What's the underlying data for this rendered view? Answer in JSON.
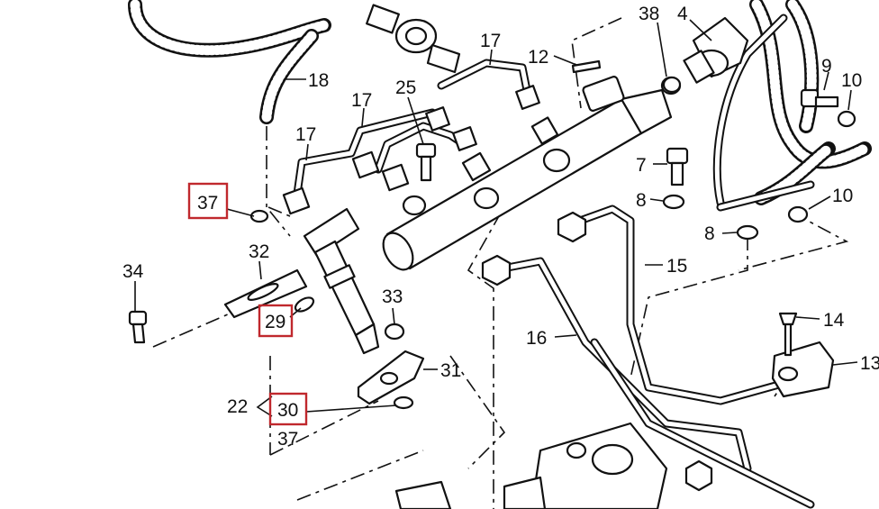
{
  "callouts": {
    "c4": "4",
    "c7": "7",
    "c8a": "8",
    "c8b": "8",
    "c9": "9",
    "c10a": "10",
    "c10b": "10",
    "c12": "12",
    "c13": "13",
    "c14": "14",
    "c15": "15",
    "c16": "16",
    "c17a": "17",
    "c17b": "17",
    "c17c": "17",
    "c18": "18",
    "c22": "22",
    "c25": "25",
    "c29": "29",
    "c30": "30",
    "c31": "31",
    "c32": "32",
    "c33": "33",
    "c34": "34",
    "c37a": "37",
    "c37b": "37",
    "c38": "38"
  },
  "highlighted_callouts": [
    "37",
    "29",
    "30"
  ],
  "colors": {
    "highlight": "#c0282d",
    "ink": "#111111",
    "paper": "#ffffff"
  }
}
